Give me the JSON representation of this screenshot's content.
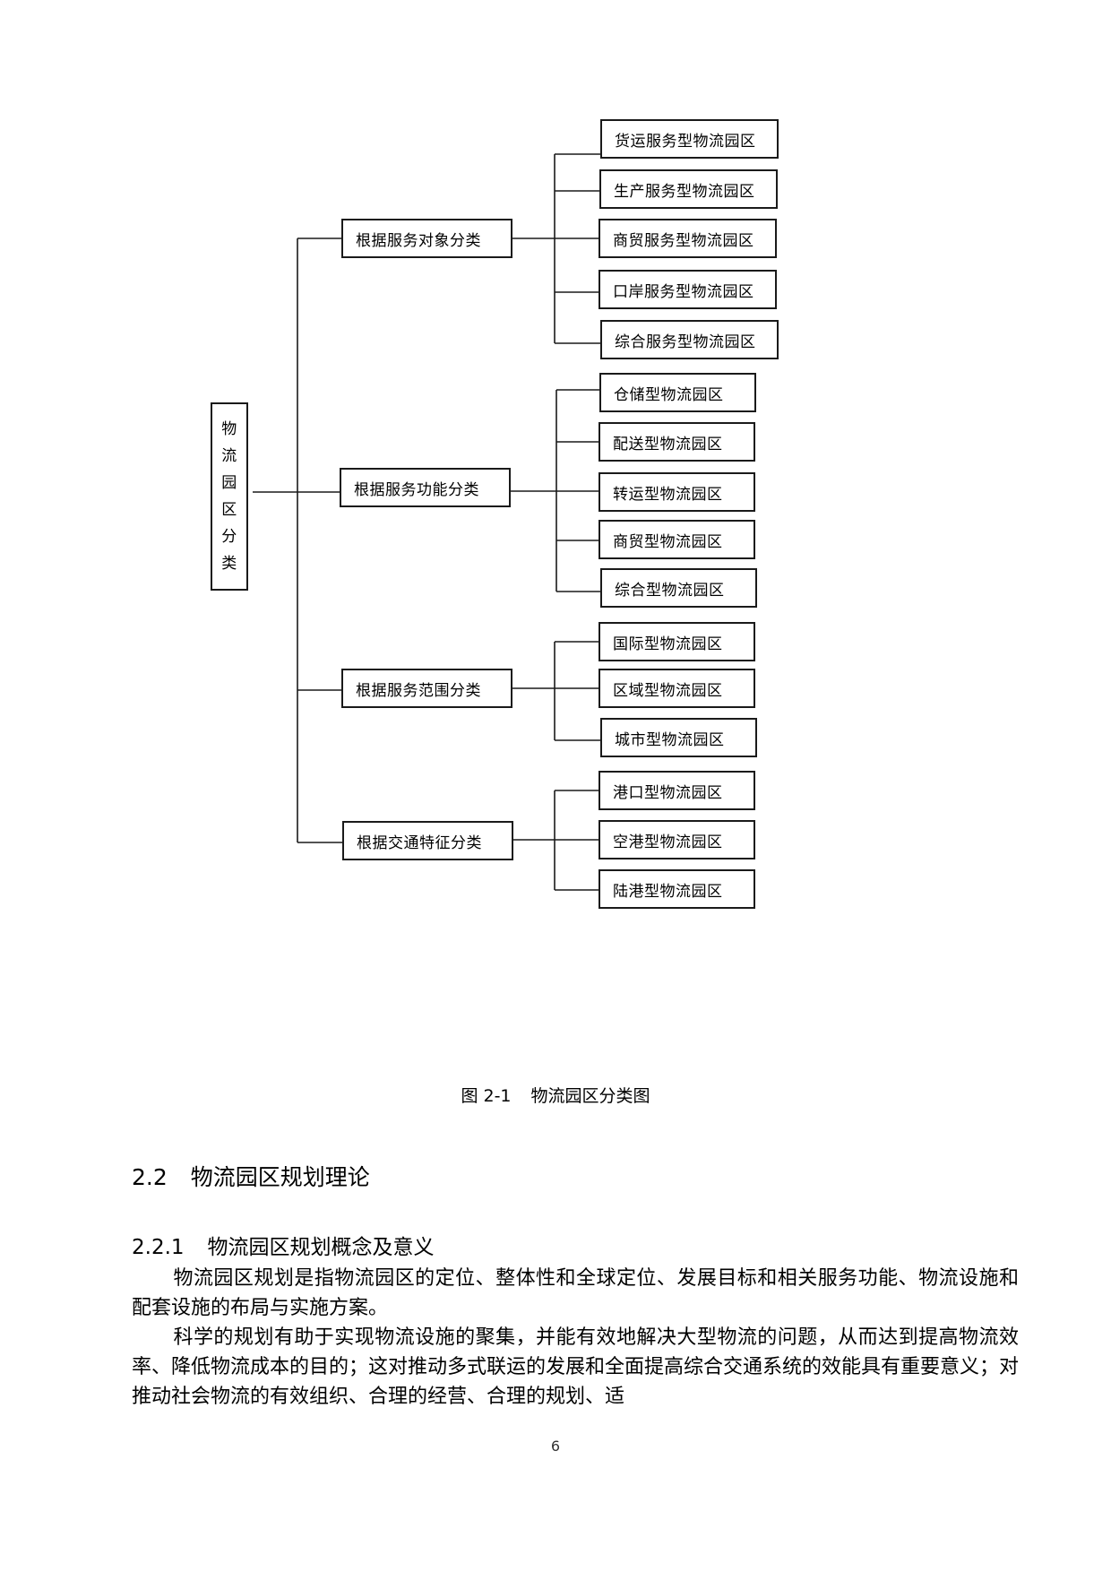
{
  "diagram": {
    "root": {
      "label": "物流园区分类",
      "chars": [
        "物",
        "流",
        "园",
        "区",
        "分",
        "类"
      ]
    },
    "categories": [
      {
        "label": "根据服务对象分类",
        "children": [
          "货运服务型物流园区",
          "生产服务型物流园区",
          "商贸服务型物流园区",
          "口岸服务型物流园区",
          "综合服务型物流园区"
        ]
      },
      {
        "label": "根据服务功能分类",
        "children": [
          "仓储型物流园区",
          "配送型物流园区",
          "转运型物流园区",
          "商贸型物流园区",
          "综合型物流园区"
        ]
      },
      {
        "label": "根据服务范围分类",
        "children": [
          "国际型物流园区",
          "区域型物流园区",
          "城市型物流园区"
        ]
      },
      {
        "label": "根据交通特征分类",
        "children": [
          "港口型物流园区",
          "空港型物流园区",
          "陆港型物流园区"
        ]
      }
    ]
  },
  "figure_caption": {
    "number": "图 2-1",
    "title": "物流园区分类图"
  },
  "section": {
    "number": "2.2",
    "title": "物流园区规划理论"
  },
  "subsection": {
    "number": "2.2.1",
    "title": "物流园区规划概念及意义"
  },
  "paragraphs": [
    "物流园区规划是指物流园区的定位、整体性和全球定位、发展目标和相关服务功能、物流设施和配套设施的布局与实施方案。",
    "科学的规划有助于实现物流设施的聚集，并能有效地解决大型物流的问题，从而达到提高物流效率、降低物流成本的目的；这对推动多式联运的发展和全面提高综合交通系统的效能具有重要意义；对推动社会物流的有效组织、合理的经营、合理的规划、适"
  ],
  "page_number": "6"
}
